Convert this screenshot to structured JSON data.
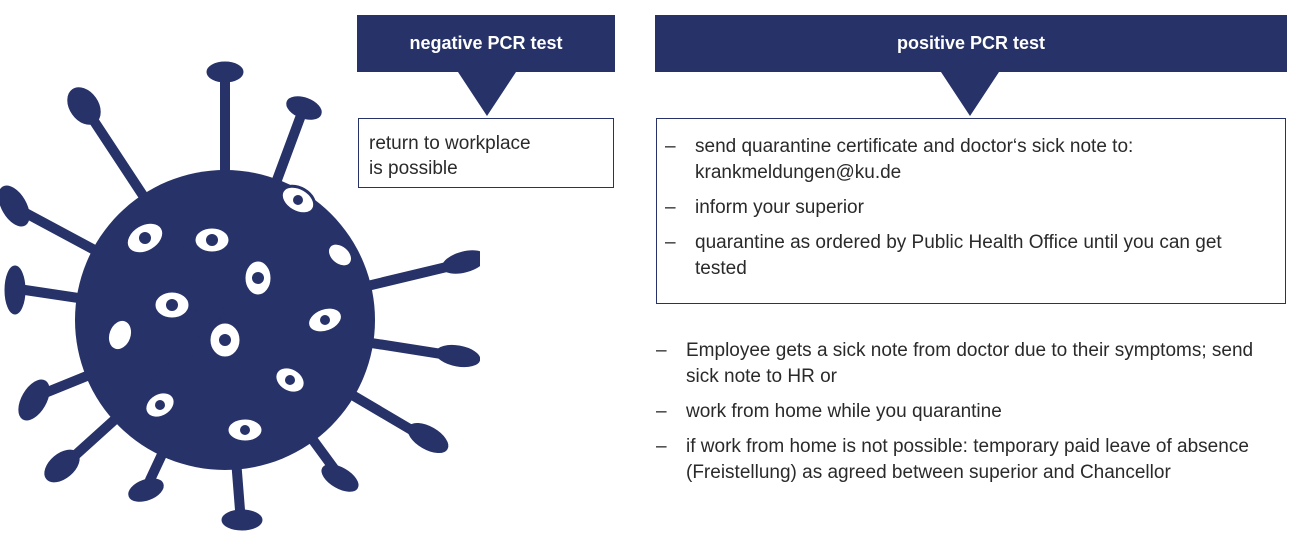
{
  "negative": {
    "header": "negative PCR test",
    "text_line1": "return to workplace",
    "text_line2": "is possible"
  },
  "positive": {
    "header": "positive PCR test",
    "box_items": [
      "send quarantine certificate and doctor‘s sick note to: krankmeldungen@ku.de",
      "inform your superior",
      "quarantine as ordered by Public Health Office until you can get tested"
    ],
    "after_items": [
      "Employee gets a sick note from doctor due to their symptoms; send sick note to HR or",
      "work from home while you quarantine",
      "if work from home is not possible: temporary paid leave of absence (Freistellung) as agreed between superior and Chancellor"
    ]
  },
  "colors": {
    "navy": "#263268",
    "text": "#2a2a2a"
  },
  "icons": {
    "virus": "coronavirus-icon"
  }
}
